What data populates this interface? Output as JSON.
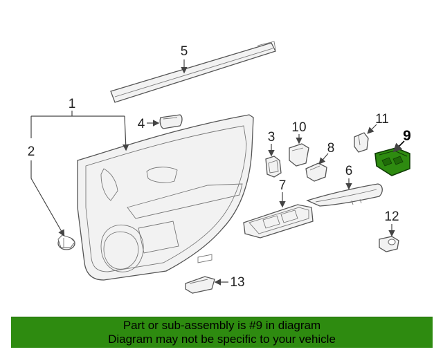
{
  "callouts": {
    "c1": "1",
    "c2": "2",
    "c3": "3",
    "c4": "4",
    "c5": "5",
    "c6": "6",
    "c7": "7",
    "c8": "8",
    "c9": "9",
    "c10": "10",
    "c11": "11",
    "c12": "12",
    "c13": "13"
  },
  "highlight": {
    "part": "9",
    "color": "#2e8b10"
  },
  "banner": {
    "line1": "Part or sub-assembly is #9 in diagram",
    "line2": "Diagram may not be specific to your vehicle",
    "background": "#2e8b10"
  }
}
